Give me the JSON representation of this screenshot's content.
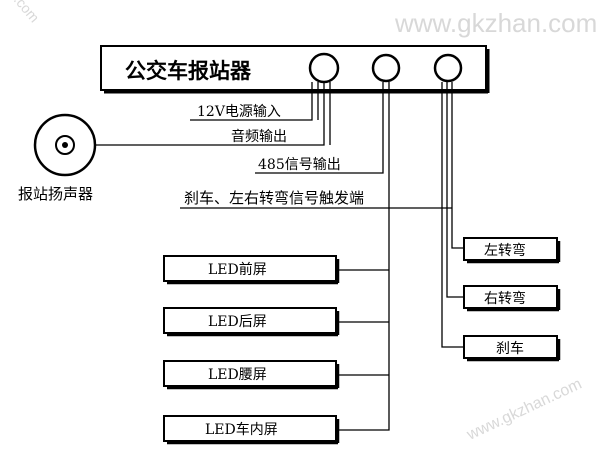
{
  "watermark": "www.gkzhan.com",
  "device": {
    "title": "公交车报站器",
    "connectors": [
      "connector-1",
      "connector-2",
      "connector-3"
    ]
  },
  "speaker": {
    "label": "报站扬声器"
  },
  "signals": {
    "power_in": "12V电源输入",
    "audio_out": "音频输出",
    "rs485_out": "485信号输出",
    "trigger_in": "刹车、左右转弯信号触发端"
  },
  "led_screens": [
    {
      "label": "LED前屏"
    },
    {
      "label": "LED后屏"
    },
    {
      "label": "LED腰屏"
    },
    {
      "label": "LED车内屏"
    }
  ],
  "trigger_sources": [
    {
      "label": "左转弯"
    },
    {
      "label": "右转弯"
    },
    {
      "label": "刹车"
    }
  ],
  "colors": {
    "line": "#000000",
    "box_fill": "#ffffff",
    "watermark": "#d8d8d8"
  }
}
